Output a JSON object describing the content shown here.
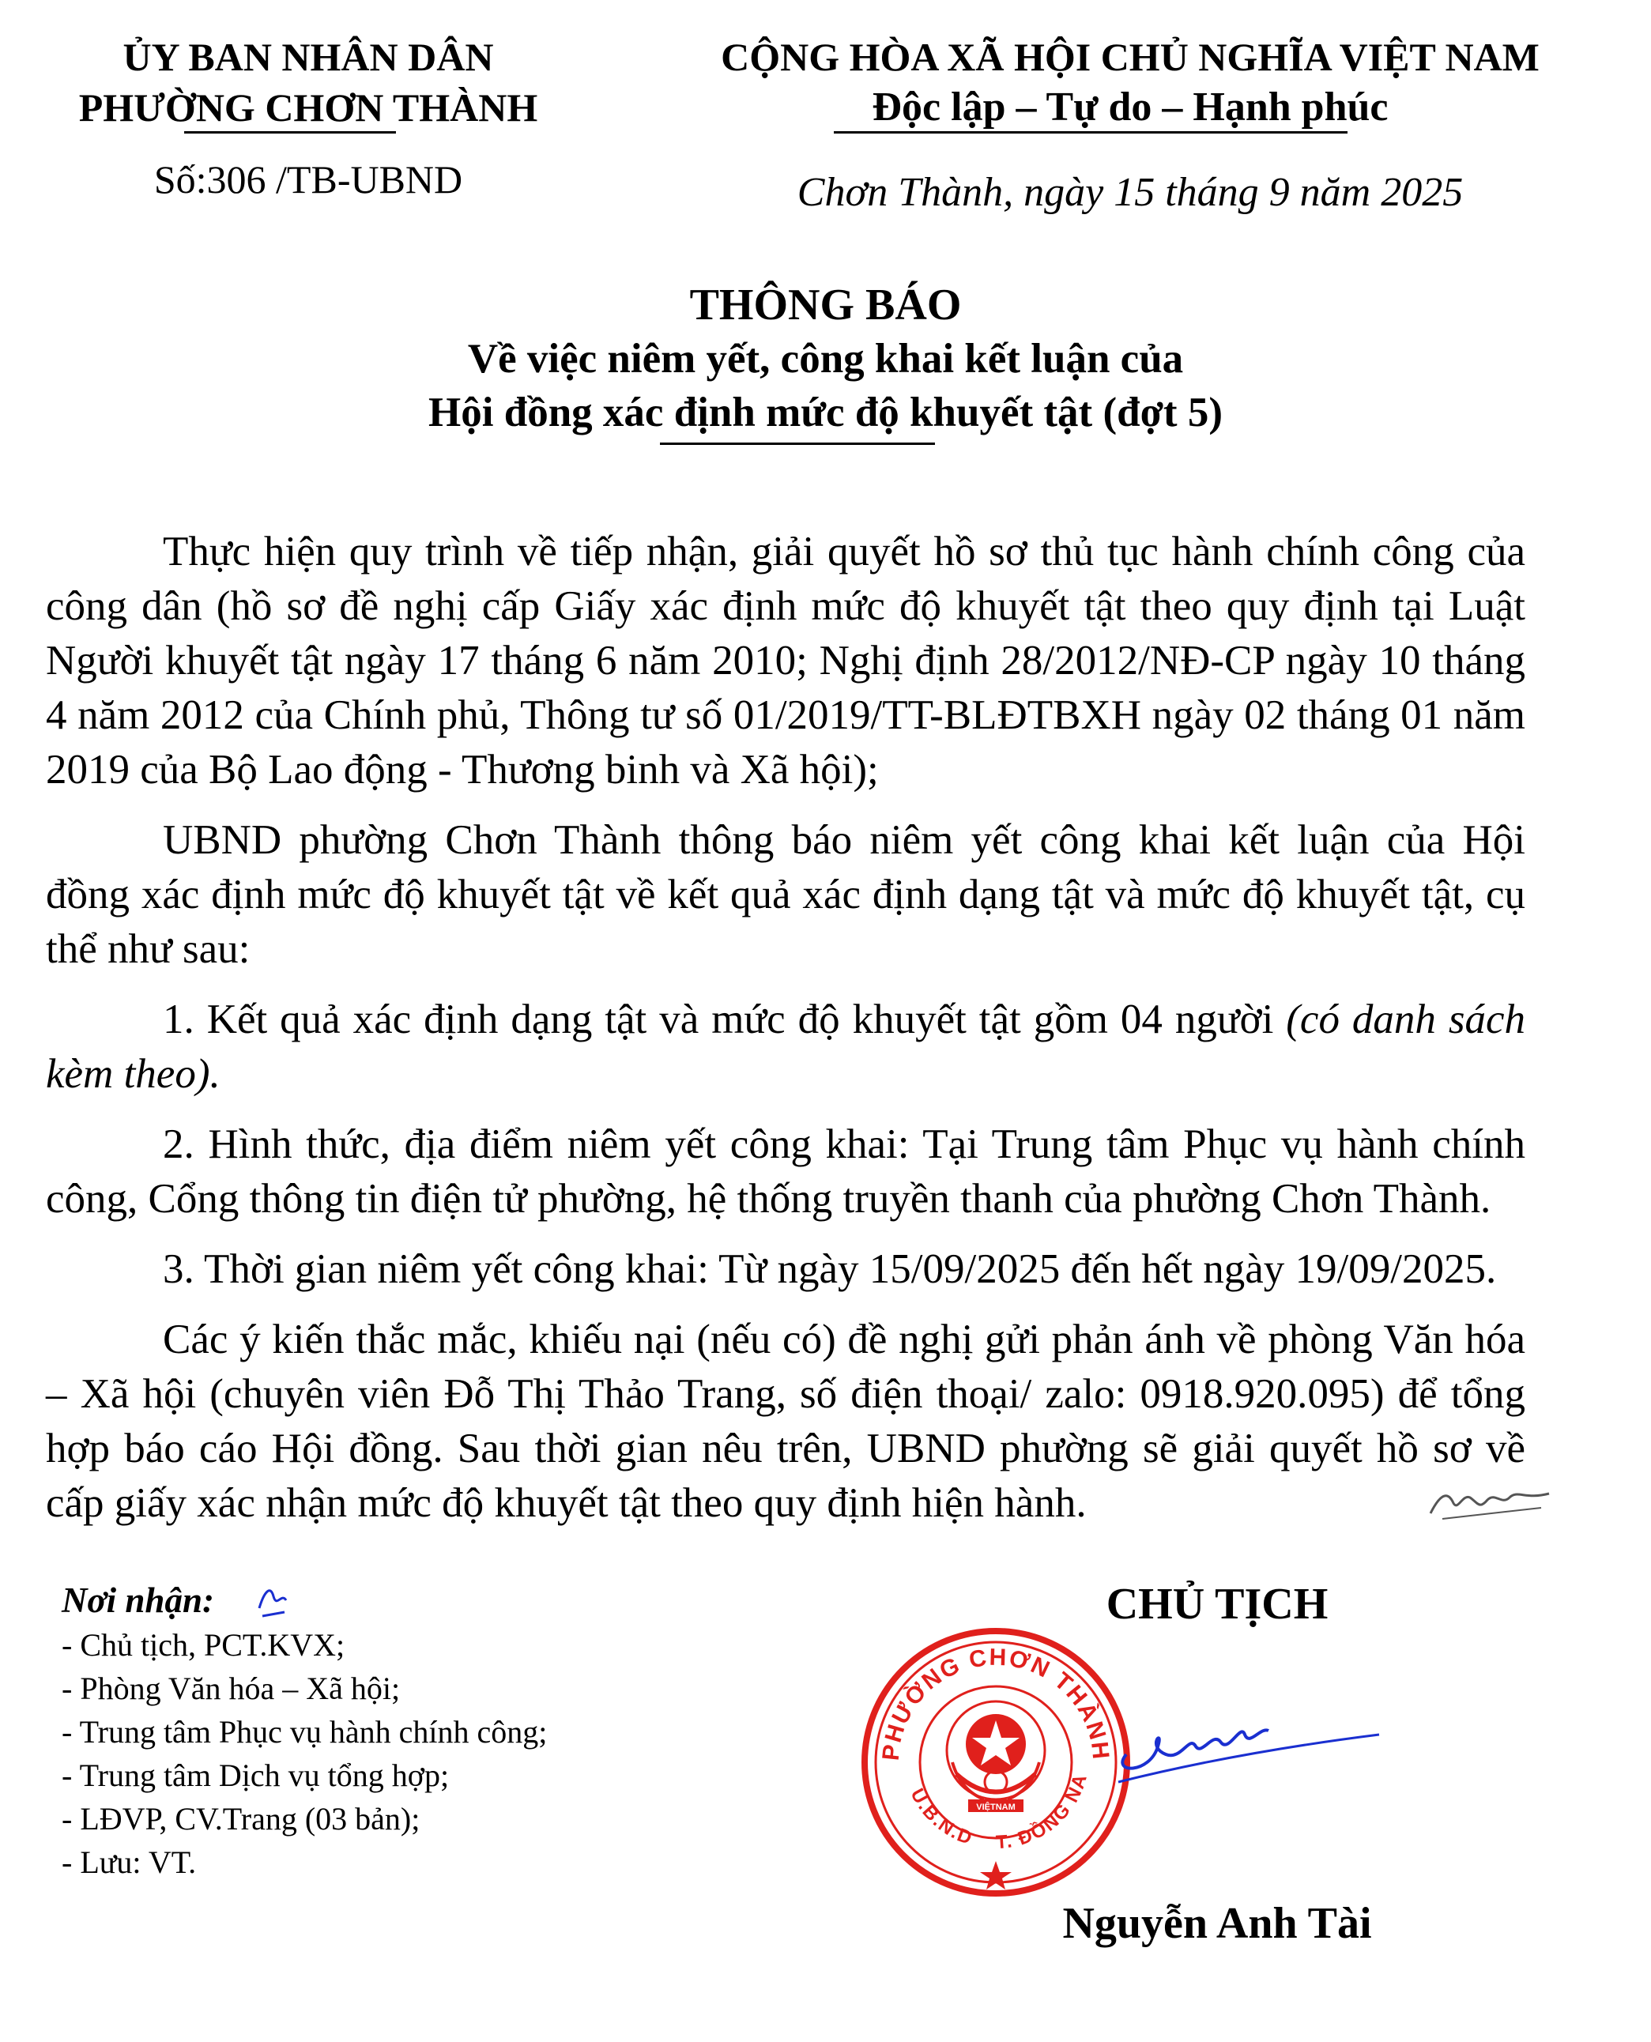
{
  "header": {
    "org_line1": "ỦY BAN NHÂN DÂN",
    "org_line2": "PHƯỜNG CHƠN THÀNH",
    "doc_number": "Số:306   /TB-UBND",
    "nation_line1": "CỘNG HÒA XÃ HỘI CHỦ NGHĨA VIỆT NAM",
    "nation_line2": "Độc lập – Tự do – Hạnh phúc",
    "date": "Chơn Thành, ngày 15   tháng 9   năm 2025"
  },
  "title": {
    "heading": "THÔNG BÁO",
    "subtitle_line1": "Về việc niêm yết, công khai kết luận của",
    "subtitle_line2": "Hội đồng xác định mức độ khuyết tật (đợt 5)"
  },
  "body": {
    "para1": "Thực hiện quy trình về tiếp nhận, giải quyết hồ sơ thủ tục hành chính công của công dân (hồ sơ đề nghị cấp Giấy xác định mức độ khuyết tật theo quy định tại Luật Người khuyết tật ngày 17 tháng 6 năm 2010; Nghị định 28/2012/NĐ-CP ngày 10 tháng 4 năm 2012 của Chính phủ, Thông tư số 01/2019/TT-BLĐTBXH ngày 02 tháng 01 năm 2019 của Bộ Lao động - Thương binh và Xã hội);",
    "para2": "UBND phường Chơn Thành thông báo niêm yết công khai kết luận của Hội đồng xác định mức độ khuyết tật về kết quả xác định dạng tật và mức độ khuyết tật, cụ thể như sau:",
    "item1_text": "1. Kết quả xác định dạng tật và mức độ khuyết tật gồm 04 người ",
    "item1_italic": "(có danh sách kèm theo).",
    "item2": "2. Hình thức, địa điểm niêm yết công khai: Tại Trung tâm Phục vụ hành chính công, Cổng thông tin điện tử phường, hệ thống truyền thanh của phường Chơn Thành.",
    "item3": "3. Thời gian niêm yết công khai: Từ ngày 15/09/2025 đến hết ngày 19/09/2025.",
    "para_last": "Các ý kiến thắc mắc, khiếu nại (nếu có) đề nghị gửi phản ánh về phòng Văn hóa – Xã hội (chuyên viên Đỗ Thị Thảo Trang, số điện thoại/ zalo: 0918.920.095) để tổng hợp báo cáo Hội đồng. Sau thời gian nêu trên, UBND phường sẽ giải quyết hồ sơ về cấp giấy xác nhận mức độ khuyết tật theo quy định hiện hành."
  },
  "recipients": {
    "title": "Nơi nhận:",
    "items": [
      "- Chủ tịch, PCT.KVX;",
      "- Phòng Văn hóa – Xã hội;",
      "- Trung tâm Phục vụ hành chính công;",
      "- Trung tâm Dịch vụ tổng hợp;",
      "- LĐVP, CV.Trang (03 bản);",
      "- Lưu: VT."
    ]
  },
  "signature": {
    "title": "CHỦ TỊCH",
    "name": "Nguyễn Anh Tài"
  },
  "seal": {
    "text_top": "PHƯỜNG CHƠN THÀNH",
    "text_left": "U.B.N.D",
    "text_right": "T. ĐỒNG NAI",
    "ribbon": "VIỆTNAM",
    "color": "#e0201c"
  },
  "ink_color": "#1a2fd0"
}
